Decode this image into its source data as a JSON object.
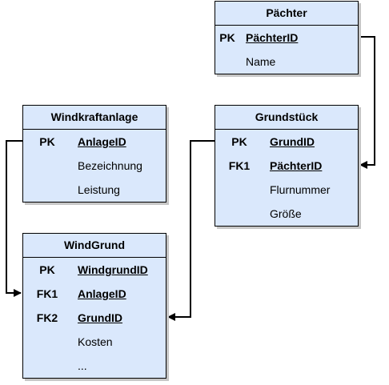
{
  "tables": {
    "pachter": {
      "title": "Pächter",
      "rows": [
        {
          "key": "PK",
          "name": "PächterID"
        },
        {
          "key": "",
          "name": "Name"
        }
      ]
    },
    "windkraftanlage": {
      "title": "Windkraftanlage",
      "rows": [
        {
          "key": "PK",
          "name": "AnlageID"
        },
        {
          "key": "",
          "name": "Bezeichnung"
        },
        {
          "key": "",
          "name": "Leistung"
        }
      ]
    },
    "grundstuck": {
      "title": "Grundstück",
      "rows": [
        {
          "key": "PK",
          "name": "GrundID"
        },
        {
          "key": "FK1",
          "name": "PächterID"
        },
        {
          "key": "",
          "name": "Flurnummer"
        },
        {
          "key": "",
          "name": "Größe"
        }
      ]
    },
    "windgrund": {
      "title": "WindGrund",
      "rows": [
        {
          "key": "PK",
          "name": "WindgrundID"
        },
        {
          "key": "FK1",
          "name": "AnlageID"
        },
        {
          "key": "FK2",
          "name": "GrundID"
        },
        {
          "key": "",
          "name": "Kosten"
        },
        {
          "key": "",
          "name": "..."
        }
      ]
    }
  }
}
